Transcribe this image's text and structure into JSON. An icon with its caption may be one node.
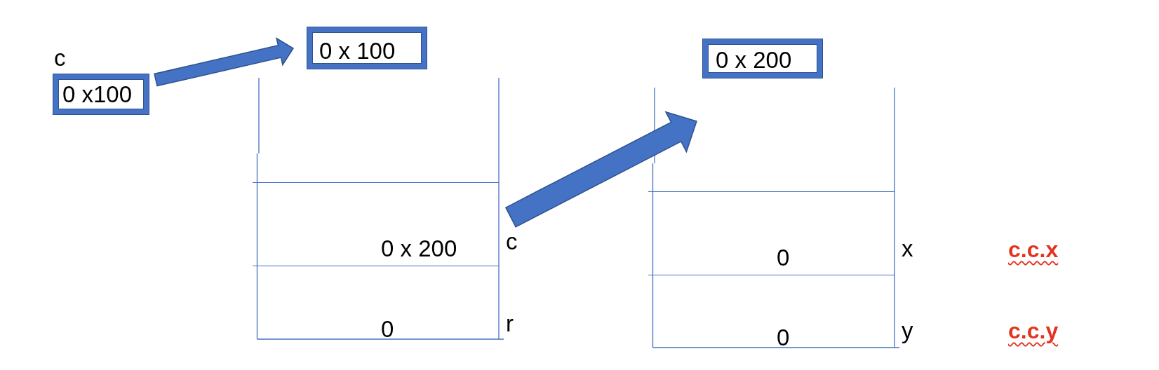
{
  "diagram": {
    "nodes": [
      {
        "text": [
          "0 x100"
        ],
        "beside": [
          "c"
        ]
      },
      {
        "text": [
          "0 x 100"
        ]
      },
      {
        "text": [],
        "shape": "box"
      },
      {
        "text": [
          "0 x 200"
        ],
        "beside": [
          "c"
        ],
        "in": 2
      },
      {
        "text": [
          "0"
        ],
        "beside": [
          "r"
        ],
        "in": 2
      },
      {
        "text": [
          "0 x 200"
        ]
      },
      {
        "text": [],
        "shape": "box"
      },
      {
        "text": [
          "0"
        ],
        "beside": [
          "x"
        ],
        "in": 6
      },
      {
        "text": [
          "0"
        ],
        "beside": [
          "y"
        ],
        "in": 6
      }
    ],
    "edges": [
      {
        "from": 0,
        "to": 1,
        "arrow": "to"
      },
      {
        "from": 3,
        "to": 6,
        "arrow": "to"
      }
    ],
    "labels": [
      "c.c.x",
      "c.c.y"
    ]
  }
}
